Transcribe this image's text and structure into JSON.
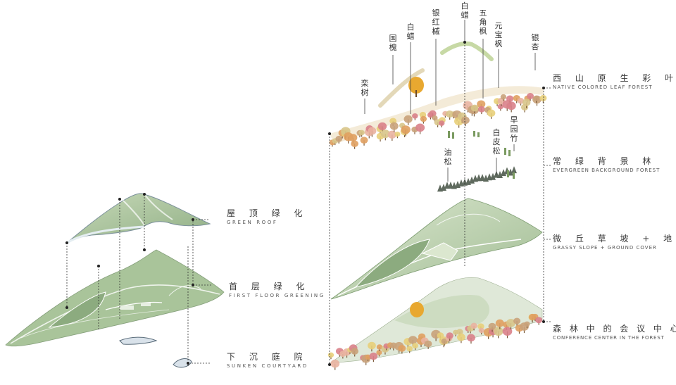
{
  "left_layers": [
    {
      "zh": "屋 顶 绿 化",
      "en": "GREEN          ROOF"
    },
    {
      "zh": "首 层 绿 化",
      "en": "FIRST FLOOR GREENING"
    },
    {
      "zh": "下 沉 庭 院",
      "en": "SUNKEN    COURTYARD"
    }
  ],
  "right_layers": [
    {
      "zh": "西 山 原 生 彩 叶 林",
      "en": "NATIVE   COLORED   LEAF   FOREST"
    },
    {
      "zh": "常 绿 背 景 林",
      "en": "EVERGREEN   BACKGROUND   FOREST"
    },
    {
      "zh": "微 丘 草 坡 + 地 被",
      "en": "GRASSY  SLOPE  +  GROUND  COVER"
    },
    {
      "zh": "森 林 中 的 会 议 中 心",
      "en": "CONFERENCE CENTER IN THE FOREST"
    }
  ],
  "tree_labels": [
    "栾树",
    "国槐",
    "白蜡",
    "银红槭",
    "白蜡",
    "五角枫",
    "元宝枫",
    "银杏",
    "油松",
    "白皮松",
    "早园竹"
  ],
  "colors": {
    "green": "#a9c49a",
    "green_dark": "#7e9d72",
    "autumn_red": "#d9818a",
    "autumn_orange": "#e0a060",
    "autumn_yellow": "#e8cf7a",
    "evergreen": "#5f6a5e"
  }
}
